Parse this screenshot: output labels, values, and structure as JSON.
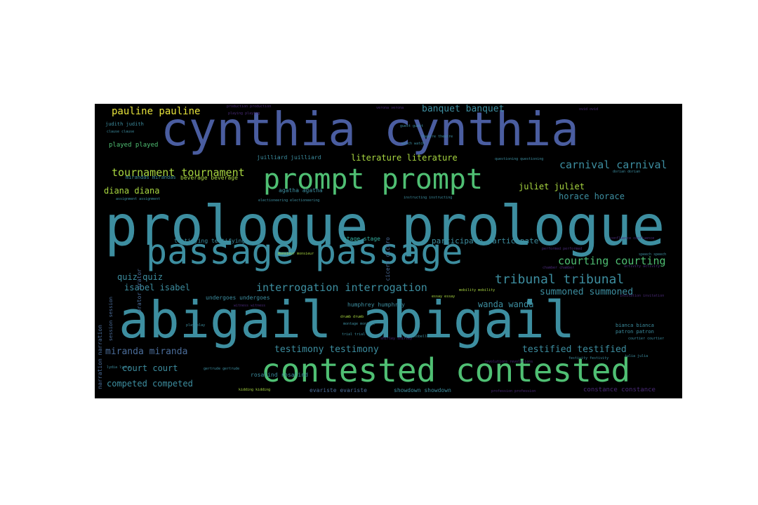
{
  "background": "#000000",
  "palette": {
    "blue": "#4a5da0",
    "teal": "#3d8ea0",
    "green": "#4fbf73",
    "lime": "#a8d640",
    "yellow": "#e6e23b",
    "cyan": "#34b0a0",
    "slate": "#4b6d9a",
    "purple": "#4a2a78"
  },
  "words": [
    {
      "text": "prologue prologue",
      "color": "teal",
      "weight": 1.0
    },
    {
      "text": "abigail abigail",
      "color": "teal",
      "weight": 0.98
    },
    {
      "text": "cynthia cynthia",
      "color": "blue",
      "weight": 0.9
    },
    {
      "text": "passage passage",
      "color": "teal",
      "weight": 0.7
    },
    {
      "text": "contested contested",
      "color": "green",
      "weight": 0.66
    },
    {
      "text": "prompt prompt",
      "color": "green",
      "weight": 0.56
    },
    {
      "text": "tribunal tribunal",
      "color": "teal",
      "weight": 0.33
    },
    {
      "text": "interrogation interrogation",
      "color": "teal",
      "weight": 0.29
    },
    {
      "text": "testimony testimony",
      "color": "teal",
      "weight": 0.27
    },
    {
      "text": "tournament tournament",
      "color": "lime",
      "weight": 0.27
    },
    {
      "text": "carnival carnival",
      "color": "teal",
      "weight": 0.25
    },
    {
      "text": "courting courting",
      "color": "green",
      "weight": 0.25
    },
    {
      "text": "summoned summoned",
      "color": "teal",
      "weight": 0.25
    },
    {
      "text": "testified testified",
      "color": "teal",
      "weight": 0.25
    },
    {
      "text": "miranda miranda",
      "color": "slate",
      "weight": 0.25
    },
    {
      "text": "pauline pauline",
      "color": "yellow",
      "weight": 0.24
    },
    {
      "text": "banquet banquet",
      "color": "teal",
      "weight": 0.24
    },
    {
      "text": "literature literature",
      "color": "lime",
      "weight": 0.23
    },
    {
      "text": "diana diana",
      "color": "lime",
      "weight": 0.23
    },
    {
      "text": "juliet juliet",
      "color": "lime",
      "weight": 0.23
    },
    {
      "text": "horace horace",
      "color": "teal",
      "weight": 0.23
    },
    {
      "text": "isabel isabel",
      "color": "teal",
      "weight": 0.23
    },
    {
      "text": "wanda wanda",
      "color": "teal",
      "weight": 0.23
    },
    {
      "text": "court court",
      "color": "teal",
      "weight": 0.23
    },
    {
      "text": "competed competed",
      "color": "teal",
      "weight": 0.23
    },
    {
      "text": "participate participate",
      "color": "teal",
      "weight": 0.2
    },
    {
      "text": "quiz quiz",
      "color": "teal",
      "weight": 0.18
    },
    {
      "text": "stage stage",
      "color": "cyan",
      "weight": 0.12
    },
    {
      "text": "testifying testifying",
      "color": "teal",
      "weight": 0.12
    },
    {
      "text": "played played",
      "color": "green",
      "weight": 0.13
    },
    {
      "text": "juilliard juilliard",
      "color": "teal",
      "weight": 0.12
    },
    {
      "text": "agatha agatha",
      "color": "teal",
      "weight": 0.12
    },
    {
      "text": "beverage beverage",
      "color": "lime",
      "weight": 0.12
    },
    {
      "text": "undergoes undergoes",
      "color": "teal",
      "weight": 0.12
    },
    {
      "text": "humphrey humphrey",
      "color": "teal",
      "weight": 0.12
    },
    {
      "text": "rosalind rosalind",
      "color": "teal",
      "weight": 0.12
    },
    {
      "text": "evariste evariste",
      "color": "slate",
      "weight": 0.12
    },
    {
      "text": "showdown showdown",
      "color": "teal",
      "weight": 0.12
    },
    {
      "text": "constance constance",
      "color": "purple",
      "weight": 0.14
    },
    {
      "text": "cicero cicero",
      "color": "slate",
      "weight": 0.12
    },
    {
      "text": "orator orator",
      "color": "slate",
      "weight": 0.12
    },
    {
      "text": "narration narration",
      "color": "slate",
      "weight": 0.11
    },
    {
      "text": "session session",
      "color": "slate",
      "weight": 0.1
    },
    {
      "text": "judith judith",
      "color": "teal",
      "weight": 0.1
    },
    {
      "text": "mirandas mirandas",
      "color": "teal",
      "weight": 0.1
    },
    {
      "text": "bianca bianca",
      "color": "teal",
      "weight": 0.1
    },
    {
      "text": "patron patron",
      "color": "teal",
      "weight": 0.1
    },
    {
      "text": "questioning questioning",
      "color": "teal",
      "weight": 0.08
    },
    {
      "text": "instructing instructing",
      "color": "teal",
      "weight": 0.08
    },
    {
      "text": "electioneering electioneering",
      "color": "teal",
      "weight": 0.08
    },
    {
      "text": "assignment assignment",
      "color": "teal",
      "weight": 0.08
    },
    {
      "text": "mobility mobility",
      "color": "lime",
      "weight": 0.08
    },
    {
      "text": "essay essay",
      "color": "lime",
      "weight": 0.08
    },
    {
      "text": "drumb drumb",
      "color": "lime",
      "weight": 0.08
    },
    {
      "text": "montage montage",
      "color": "teal",
      "weight": 0.08
    },
    {
      "text": "trial trial",
      "color": "teal",
      "weight": 0.08
    },
    {
      "text": "isobelle isobelle",
      "color": "teal",
      "weight": 0.08
    },
    {
      "text": "gertrude gertrude",
      "color": "teal",
      "weight": 0.08
    },
    {
      "text": "kidding kidding",
      "color": "lime",
      "weight": 0.08
    },
    {
      "text": "festivity festivity",
      "color": "teal",
      "weight": 0.08
    },
    {
      "text": "julia julia",
      "color": "teal",
      "weight": 0.08
    },
    {
      "text": "guest guest",
      "color": "teal",
      "weight": 0.08
    },
    {
      "text": "watch watch",
      "color": "teal",
      "weight": 0.08
    },
    {
      "text": "theatre theatre",
      "color": "teal",
      "weight": 0.08
    },
    {
      "text": "clause clause",
      "color": "teal",
      "weight": 0.08
    },
    {
      "text": "play play",
      "color": "teal",
      "weight": 0.08
    },
    {
      "text": "lydia lydia",
      "color": "teal",
      "weight": 0.08
    },
    {
      "text": "dorian dorian",
      "color": "teal",
      "weight": 0.08
    },
    {
      "text": "speech speech",
      "color": "teal",
      "weight": 0.08
    },
    {
      "text": "performed performed",
      "color": "purple",
      "weight": 0.08
    },
    {
      "text": "activity activity",
      "color": "purple",
      "weight": 0.08
    },
    {
      "text": "chamber chamber",
      "color": "purple",
      "weight": 0.08
    },
    {
      "text": "confluence confluence",
      "color": "purple",
      "weight": 0.08
    },
    {
      "text": "invitation invitation",
      "color": "purple",
      "weight": 0.08
    },
    {
      "text": "courtier courtier",
      "color": "teal",
      "weight": 0.08
    },
    {
      "text": "profession profession",
      "color": "purple",
      "weight": 0.08
    },
    {
      "text": "revolutions revolutions",
      "color": "purple",
      "weight": 0.08
    },
    {
      "text": "shirley shirley",
      "color": "purple",
      "weight": 0.08
    },
    {
      "text": "witness witness",
      "color": "purple",
      "weight": 0.08
    },
    {
      "text": "monsieur monsieur",
      "color": "lime",
      "weight": 0.08
    },
    {
      "text": "production production",
      "color": "purple",
      "weight": 0.08
    },
    {
      "text": "playing playing",
      "color": "purple",
      "weight": 0.08
    },
    {
      "text": "verona verona",
      "color": "purple",
      "weight": 0.08
    },
    {
      "text": "ovid ovid",
      "color": "purple",
      "weight": 0.08
    }
  ]
}
